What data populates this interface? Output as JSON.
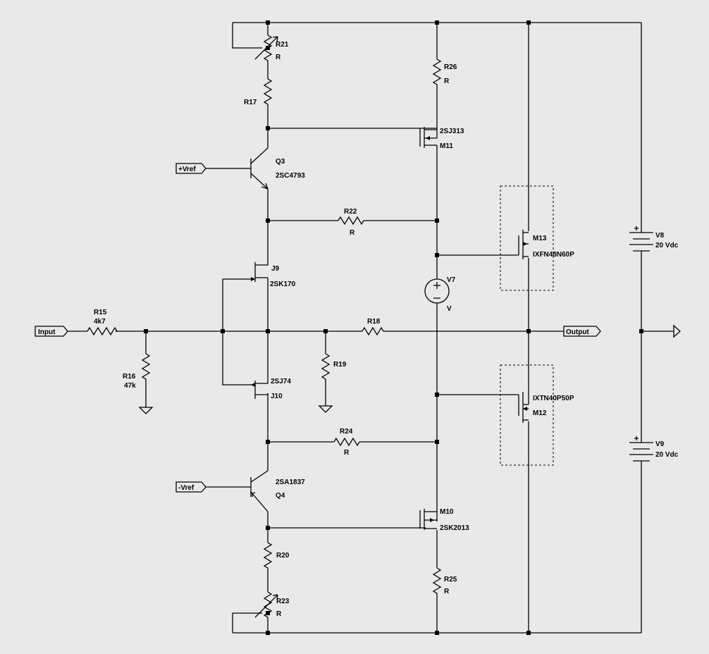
{
  "colors": {
    "background": "#e9e9e9",
    "ink": "#000000"
  },
  "nets": {
    "input": "Input",
    "output": "Output",
    "vref_pos": "+Vref",
    "vref_neg": "-Vref"
  },
  "components": {
    "R21": {
      "name": "R21",
      "value": "R"
    },
    "R17": {
      "name": "R17"
    },
    "R26": {
      "name": "R26",
      "value": "R"
    },
    "M11": {
      "name": "M11",
      "part": "2SJ313"
    },
    "Q3": {
      "name": "Q3",
      "part": "2SC4793"
    },
    "R22": {
      "name": "R22",
      "value": "R"
    },
    "M13": {
      "name": "M13",
      "part": "IXFN48N60P"
    },
    "V8": {
      "name": "V8",
      "value": "20 Vdc"
    },
    "J9": {
      "name": "J9",
      "part": "2SK170"
    },
    "V7": {
      "name": "V7",
      "value": "V"
    },
    "R15": {
      "name": "R15",
      "value": "4k7"
    },
    "R18": {
      "name": "R18"
    },
    "R16": {
      "name": "R16",
      "value": "47k"
    },
    "R19": {
      "name": "R19"
    },
    "J10": {
      "name": "J10",
      "part": "2SJ74"
    },
    "M12": {
      "name": "M12",
      "part": "IXTN40P50P"
    },
    "R24": {
      "name": "R24",
      "value": "R"
    },
    "V9": {
      "name": "V9",
      "value": "20 Vdc"
    },
    "Q4": {
      "name": "Q4",
      "part": "2SA1837"
    },
    "M10": {
      "name": "M10",
      "part": "2SK2013"
    },
    "R20": {
      "name": "R20"
    },
    "R25": {
      "name": "R25",
      "value": "R"
    },
    "R23": {
      "name": "R23",
      "value": "R"
    }
  }
}
